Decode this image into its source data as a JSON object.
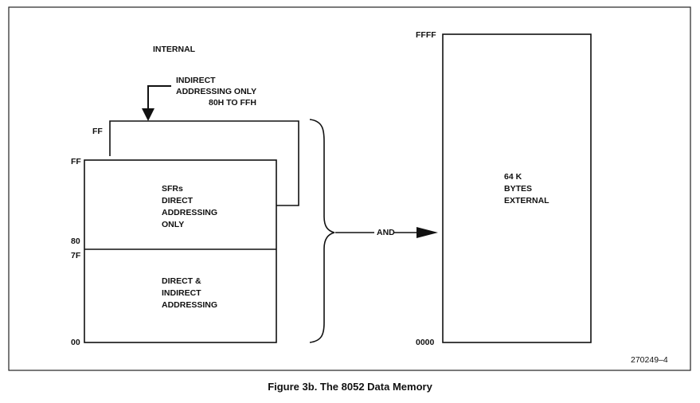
{
  "figure": {
    "caption": "Figure 3b. The 8052 Data Memory",
    "figure_number": "270249–4"
  },
  "internal": {
    "title": "INTERNAL",
    "indirect_note": [
      "INDIRECT",
      "ADDRESSING ONLY",
      "80H TO FFH"
    ],
    "upper_block_top_label": "FF",
    "sfr_block": {
      "top_label": "FF",
      "bottom_label": "80",
      "text": [
        "SFRs",
        "DIRECT",
        "ADDRESSING",
        "ONLY"
      ]
    },
    "lower_block": {
      "top_label": "7F",
      "bottom_label": "00",
      "text": [
        "DIRECT &",
        "INDIRECT",
        "ADDRESSING"
      ]
    }
  },
  "connector": {
    "label": "AND"
  },
  "external": {
    "top_label": "FFFF",
    "bottom_label": "0000",
    "text": [
      "64 K",
      "BYTES",
      "EXTERNAL"
    ]
  }
}
